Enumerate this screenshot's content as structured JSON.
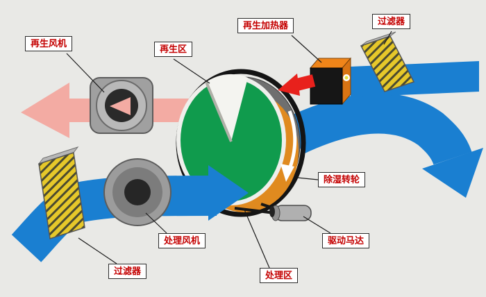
{
  "labels": {
    "regen_fan": "再生风机",
    "regen_zone": "再生区",
    "regen_heater": "再生加热器",
    "filter_top": "过滤器",
    "desiccant_wheel": "除湿转轮",
    "process_fan": "处理风机",
    "drive_motor": "驱动马达",
    "filter_bottom": "过滤器",
    "process_zone": "处理区"
  },
  "colors": {
    "background": "#e9e9e6",
    "process_air_blue": "#1a7fd1",
    "regen_exhaust_pink": "#f3aba3",
    "hot_air_red": "#e8211c",
    "wheel_green": "#109b4d",
    "wheel_side_orange": "#e08a1f",
    "heater_orange": "#f08519",
    "filter_yellow": "#e6c82a",
    "label_text_red": "#c40000"
  }
}
